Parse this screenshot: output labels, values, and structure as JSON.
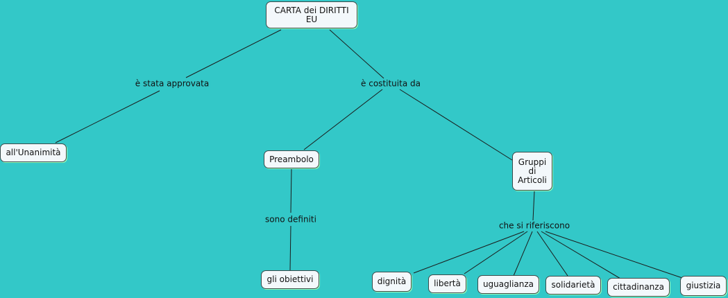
{
  "map": {
    "background": "#33c8c8",
    "root": "CARTA dei DIRITTI\nEU",
    "link_approved": "è stata approvata",
    "node_unanimity": "all'Unanimità",
    "link_composed": "è costituita da",
    "node_preamble": "Preambolo",
    "link_defined": "sono definiti",
    "node_objectives": "gli obiettivi",
    "node_groups": "Gruppi\ndi\nArticoli",
    "link_refer": "che si riferiscono",
    "children": [
      "dignità",
      "libertà",
      "uguaglianza",
      "solidarietà",
      "cittadinanza",
      "giustizia"
    ]
  }
}
